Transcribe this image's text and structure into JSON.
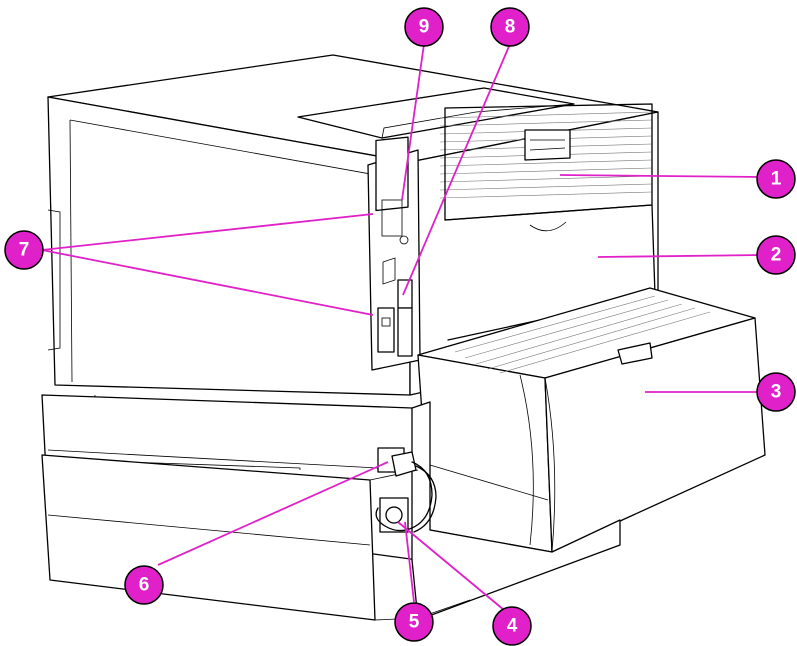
{
  "diagram": {
    "accent_color": "#e020c8",
    "callouts": [
      {
        "id": "c1",
        "label": "1"
      },
      {
        "id": "c2",
        "label": "2"
      },
      {
        "id": "c3",
        "label": "3"
      },
      {
        "id": "c4",
        "label": "4"
      },
      {
        "id": "c5",
        "label": "5"
      },
      {
        "id": "c6",
        "label": "6"
      },
      {
        "id": "c7",
        "label": "7"
      },
      {
        "id": "c8",
        "label": "8"
      },
      {
        "id": "c9",
        "label": "9"
      }
    ]
  }
}
